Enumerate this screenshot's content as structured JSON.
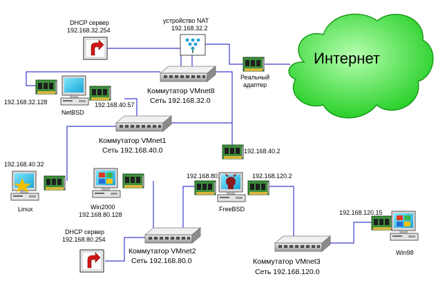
{
  "internet": {
    "label": "Интернет"
  },
  "nat": {
    "title": "устройство NAT",
    "ip": "192.168.32.2"
  },
  "dhcp_top": {
    "title": "DHCP сервер",
    "ip": "192.168.32.254"
  },
  "real_adapter": {
    "line1": "Реальный",
    "line2": "адаптер"
  },
  "vmnet8": {
    "name": "Коммутатор VMnet8",
    "net": "Сеть 192.168.32.0"
  },
  "vmnet1": {
    "name": "Коммутатор VMnet1",
    "net": "Сеть 192.168.40.0"
  },
  "vmnet2": {
    "name": "Коммутатор VMnet2",
    "net": "Сеть 192.168.80.0"
  },
  "vmnet3": {
    "name": "Коммутатор VMnet3",
    "net": "Сеть 192.168.120.0"
  },
  "netbsd": {
    "name": "NetBSD",
    "ip_left": "192.168.32.128",
    "ip_right": "192.168.40.57"
  },
  "linux": {
    "name": "Linux",
    "ip": "192.168.40.32"
  },
  "win2000": {
    "name": "Win2000",
    "ip": "192.168.80.128"
  },
  "freebsd": {
    "name": "FreeBSD",
    "ip_top": "192.168.40.2",
    "ip_left": "192.168.80.2",
    "ip_right": "192.168.120.2"
  },
  "dhcp_bottom": {
    "title": "DHCP сервер",
    "ip": "192.168.80.254"
  },
  "win98": {
    "name": "Win98",
    "ip": "192.168.120.15"
  },
  "colors": {
    "link": "#3a3acf",
    "cloud": "#33dd33",
    "nic": "#2f7a2f",
    "switch": "#c8c8c8"
  }
}
